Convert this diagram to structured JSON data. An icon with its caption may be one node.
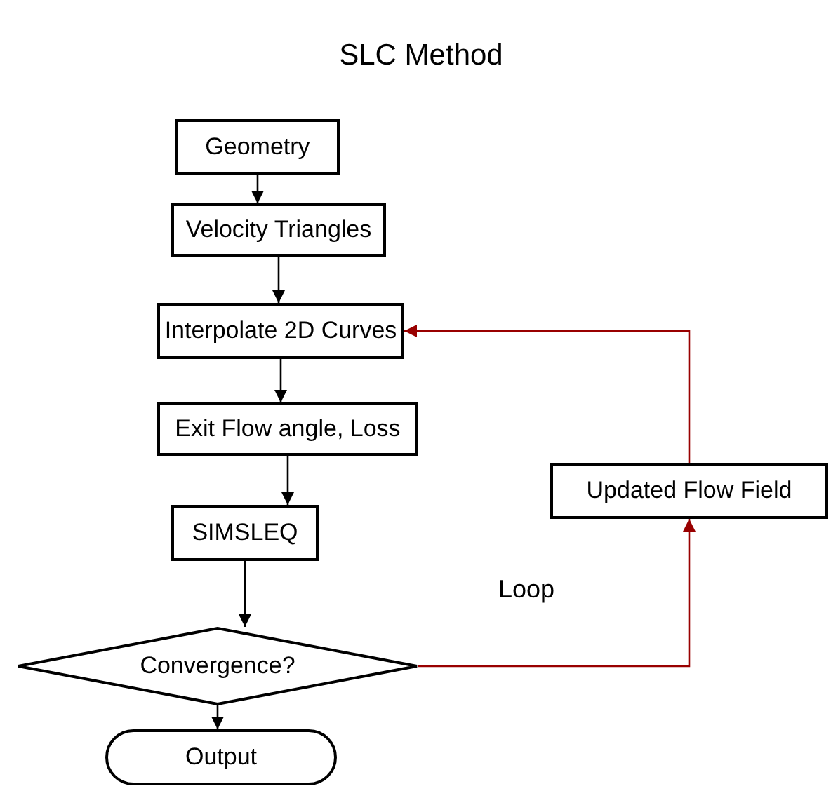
{
  "diagram": {
    "title": "SLC Method",
    "nodes": [
      {
        "text": [
          "Geometry"
        ]
      },
      {
        "text": [
          "Velocity Triangles"
        ]
      },
      {
        "text": [
          "Interpolate 2D Curves"
        ]
      },
      {
        "text": [
          "Exit Flow angle, Loss"
        ]
      },
      {
        "text": [
          "SIMSLEQ"
        ]
      },
      {
        "text": [
          "Convergence?"
        ]
      },
      {
        "text": [
          "Output"
        ]
      },
      {
        "text": [
          "Updated Flow Field"
        ]
      }
    ],
    "edges": [
      {
        "from": 0,
        "to": 1,
        "arrow": "to"
      },
      {
        "from": 1,
        "to": 2,
        "arrow": "to"
      },
      {
        "from": 2,
        "to": 3,
        "arrow": "to"
      },
      {
        "from": 3,
        "to": 4,
        "arrow": "to"
      },
      {
        "from": 4,
        "to": 5,
        "arrow": "to"
      },
      {
        "from": 5,
        "to": 6,
        "arrow": "to"
      },
      {
        "from": 5,
        "to": 7,
        "arrow": "to",
        "color": "#990000"
      },
      {
        "from": 7,
        "to": 2,
        "arrow": "to",
        "color": "#990000"
      }
    ],
    "labels": [
      "Loop"
    ]
  }
}
